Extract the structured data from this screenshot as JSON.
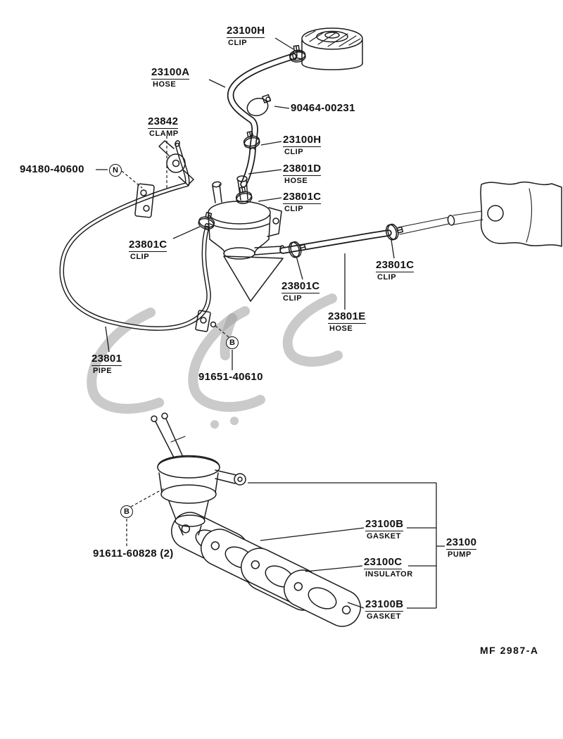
{
  "footer": {
    "code": "MF  2987-A"
  },
  "callouts": [
    {
      "letter": "N"
    },
    {
      "letter": "B"
    },
    {
      "letter": "B"
    }
  ],
  "labels": [
    {
      "part": "23100H",
      "desc": "CLIP"
    },
    {
      "part": "23100A",
      "desc": "HOSE"
    },
    {
      "part": "90464-00231",
      "desc": ""
    },
    {
      "part": "23842",
      "desc": "CLAMP"
    },
    {
      "part": "23100H",
      "desc": "CLIP"
    },
    {
      "part": "94180-40600",
      "desc": ""
    },
    {
      "part": "23801D",
      "desc": "HOSE"
    },
    {
      "part": "23801C",
      "desc": "CLIP"
    },
    {
      "part": "23801C",
      "desc": "CLIP"
    },
    {
      "part": "23801C",
      "desc": "CLIP"
    },
    {
      "part": "23801C",
      "desc": "CLIP"
    },
    {
      "part": "23801E",
      "desc": "HOSE"
    },
    {
      "part": "23801",
      "desc": "PIPE"
    },
    {
      "part": "91651-40610",
      "desc": ""
    },
    {
      "part": "91611-60828 (2)",
      "desc": ""
    },
    {
      "part": "23100B",
      "desc": "GASKET"
    },
    {
      "part": "23100",
      "desc": "PUMP"
    },
    {
      "part": "23100C",
      "desc": "INSULATOR"
    },
    {
      "part": "23100B",
      "desc": "GASKET"
    }
  ]
}
